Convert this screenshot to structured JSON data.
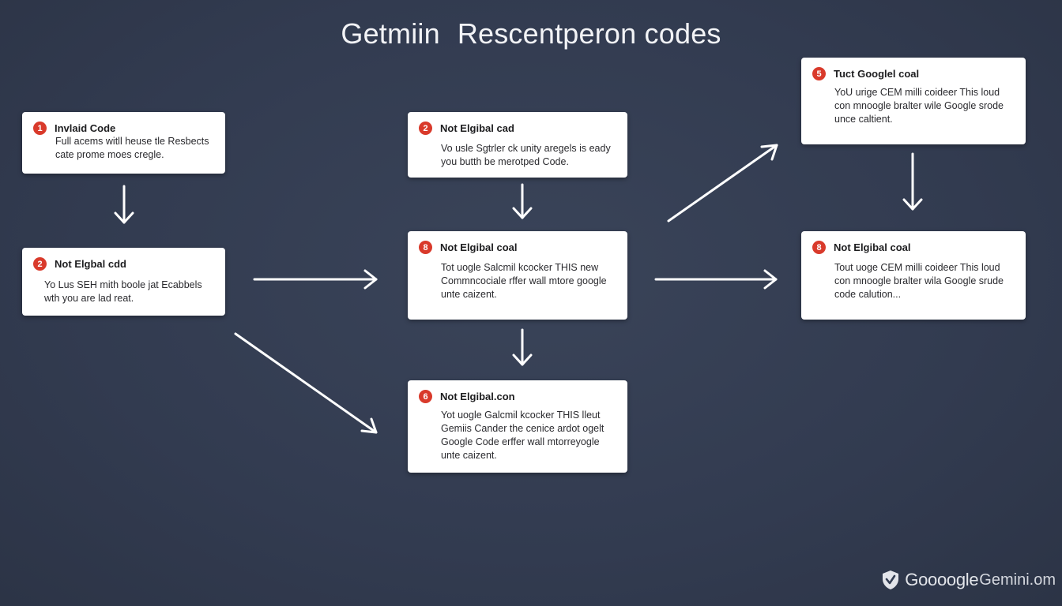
{
  "title": {
    "part1": "Getmiin",
    "part2": "Rescentperon codes"
  },
  "cards": [
    {
      "id": "card-1",
      "badge": "1",
      "title": "Invlaid Code",
      "lines": [
        "Full acems witll heuse tle Resbects",
        "cate prome moes cregle."
      ]
    },
    {
      "id": "card-2",
      "badge": "2",
      "title": "Not Elgbal cdd",
      "lines": [
        "Yo Lus SEH mith boole jat Ecabbels",
        "wth you are lad reat."
      ]
    },
    {
      "id": "card-3",
      "badge": "2",
      "title": "Not Elgibal cad",
      "lines": [
        "Vo usle Sgtrler ck unity aregels is eady",
        "you butth be merotped Code."
      ]
    },
    {
      "id": "card-4",
      "badge": "8",
      "title": "Not Elgibal coal",
      "lines": [
        "Tot uogle Salcmil kcocker THIS new",
        "Commncociale rffer wall mtore google",
        "unte caizent."
      ]
    },
    {
      "id": "card-5",
      "badge": "6",
      "title": "Not Elgibal.con",
      "lines": [
        "Yot uogle Galcmil kcocker THIS lleut",
        "Gemiis Cander the cenice ardot ogelt",
        "Google Code erffer wall mtorreyogle",
        "unte caizent."
      ]
    },
    {
      "id": "card-6",
      "badge": "5",
      "title": "Tuct Googlel coal",
      "lines": [
        "YoU urige CEM milli coideer This loud",
        "con mnoogle bralter wile Google srode",
        "unce caltient."
      ]
    },
    {
      "id": "card-7",
      "badge": "8",
      "title": "Not Elgibal coal",
      "lines": [
        "Tout uoge CEM milli coideer This loud",
        "con mnoogle bralter wila Google srude",
        "code calution..."
      ]
    }
  ],
  "watermark": {
    "brand": "Goooogle",
    "product": "Gemini.om"
  },
  "colors": {
    "background": "#333d52",
    "card": "#ffffff",
    "badge": "#d93a2b",
    "arrow": "#ffffff"
  }
}
